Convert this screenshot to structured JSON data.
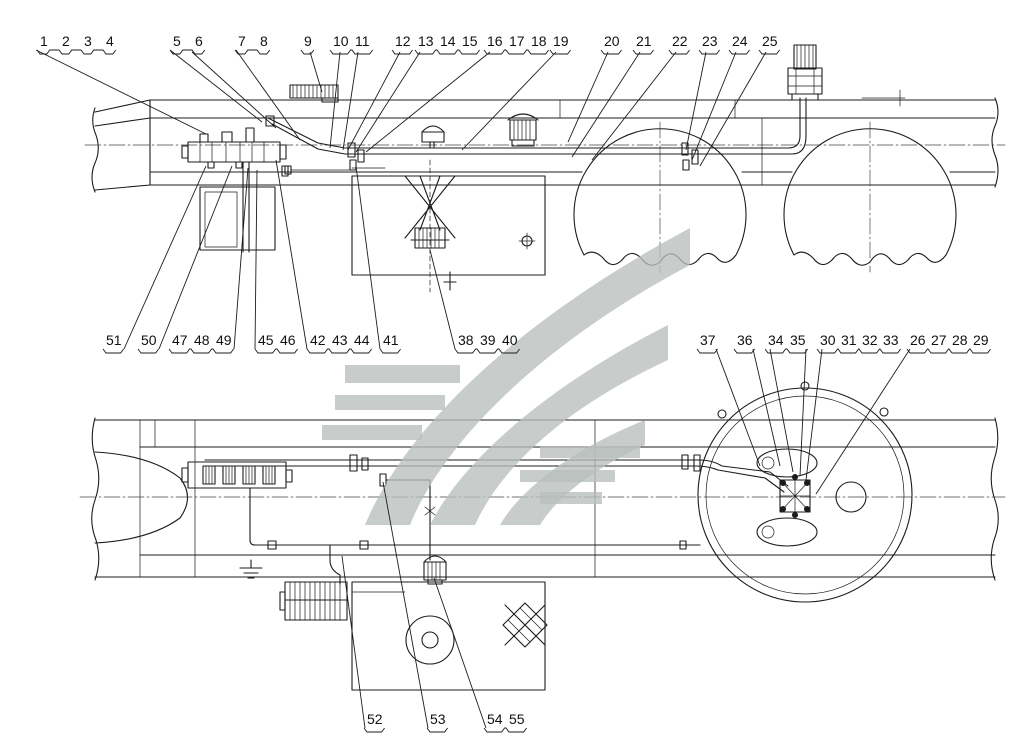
{
  "colors": {
    "ink": "#1c1c1c",
    "watermark": "#b8bfbc",
    "paper": "#ffffff"
  },
  "callouts": {
    "top": [
      [
        "1",
        "2",
        "3",
        "4"
      ],
      [
        "5",
        "6"
      ],
      [
        "7",
        "8"
      ],
      [
        "9"
      ],
      [
        "10",
        "11"
      ],
      [
        "12"
      ],
      [
        "13",
        "14",
        "15"
      ],
      [
        "16",
        "17",
        "18"
      ],
      [
        "19"
      ],
      [
        "20"
      ],
      [
        "21"
      ],
      [
        "22"
      ],
      [
        "23"
      ],
      [
        "24"
      ],
      [
        "25"
      ]
    ],
    "middle": [
      [
        "51"
      ],
      [
        "50"
      ],
      [
        "47",
        "48",
        "49"
      ],
      [
        "45",
        "46"
      ],
      [
        "42",
        "43",
        "44"
      ],
      [
        "41"
      ],
      [
        "38",
        "39",
        "40"
      ],
      [
        "37"
      ],
      [
        "36"
      ],
      [
        "34",
        "35"
      ],
      [
        "30",
        "31",
        "32",
        "33"
      ],
      [
        "26",
        "27",
        "28",
        "29"
      ]
    ],
    "bottom": [
      [
        "52"
      ],
      [
        "53"
      ],
      [
        "54",
        "55"
      ]
    ]
  }
}
